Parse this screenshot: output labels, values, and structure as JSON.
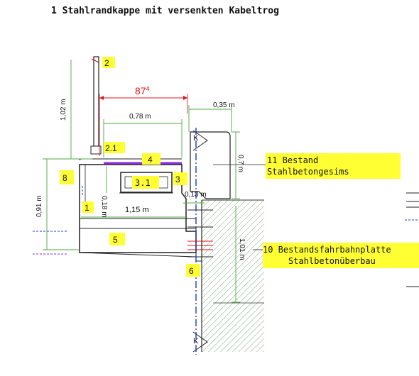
{
  "title": "1 Stahlrandkappe mit versenkten Kabeltrog",
  "colors": {
    "label_highlight": "#ffff33",
    "red_dimension": "#e0141e",
    "hatch_green": "#5fa05f",
    "purple_dash": "#8a2be2",
    "blue_axis": "#1a3fc4"
  },
  "labels": {
    "l2": "2",
    "l2_1": "2.1",
    "l4": "4",
    "l8": "8",
    "l3_1": "3.1",
    "l3": "3",
    "l1": "1",
    "l5": "5",
    "l6": "6",
    "l11_line1": "11 Bestand",
    "l11_line2": "Stahlbetongesims",
    "l10_line1": "10 Bestandsfahrbahnplatte",
    "l10_line2": "Stahlbetonüberbau"
  },
  "dimensions": {
    "d874_main": "87",
    "d874_sup": "4",
    "d078": "0,78 m",
    "d035": "0,35 m",
    "d102": "1,02 m",
    "d091": "0,91 m",
    "d018": "0,18 m",
    "d013": "0,13 m",
    "d115": "1,15 m",
    "d07": "0,7 m",
    "d101": "1,01 m"
  },
  "marks": {
    "k_top": "K",
    "k_bottom": "K"
  }
}
